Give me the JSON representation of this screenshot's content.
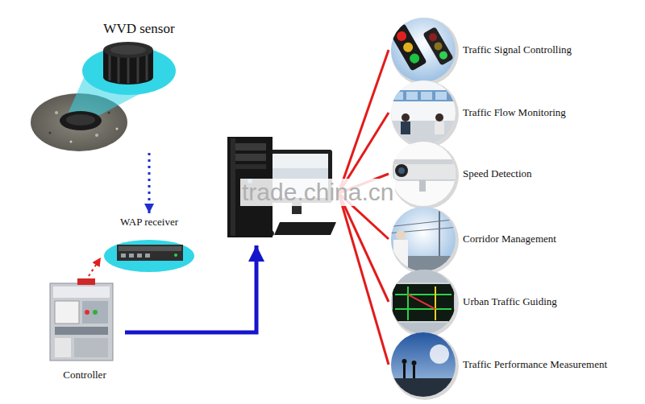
{
  "diagram": {
    "nodes": [
      {
        "text": [
          "WVD sensor"
        ]
      },
      {
        "text": [
          "WAP receiver"
        ]
      },
      {
        "text": [
          "Controller"
        ]
      },
      {
        "text": []
      },
      {
        "text": [
          "Traffic Signal Controlling"
        ]
      },
      {
        "text": [
          "Traffic Flow Monitoring"
        ]
      },
      {
        "text": [
          "Speed Detection"
        ]
      },
      {
        "text": [
          "Corridor Management"
        ]
      },
      {
        "text": [
          "Urban Traffic Guiding"
        ]
      },
      {
        "text": [
          "Traffic Performance Measurement"
        ]
      }
    ],
    "edges": [
      {
        "from": 0,
        "to": 1,
        "arrow": "to"
      },
      {
        "from": 2,
        "to": 1,
        "arrow": "to"
      },
      {
        "from": 2,
        "to": 3,
        "arrow": "to"
      },
      {
        "from": 3,
        "to": 4,
        "arrow": "none"
      },
      {
        "from": 3,
        "to": 5,
        "arrow": "none"
      },
      {
        "from": 3,
        "to": 6,
        "arrow": "none"
      },
      {
        "from": 3,
        "to": 7,
        "arrow": "none"
      },
      {
        "from": 3,
        "to": 8,
        "arrow": "none"
      },
      {
        "from": 3,
        "to": 9,
        "arrow": "none"
      }
    ],
    "labels": [
      "trade.china.cn"
    ]
  }
}
